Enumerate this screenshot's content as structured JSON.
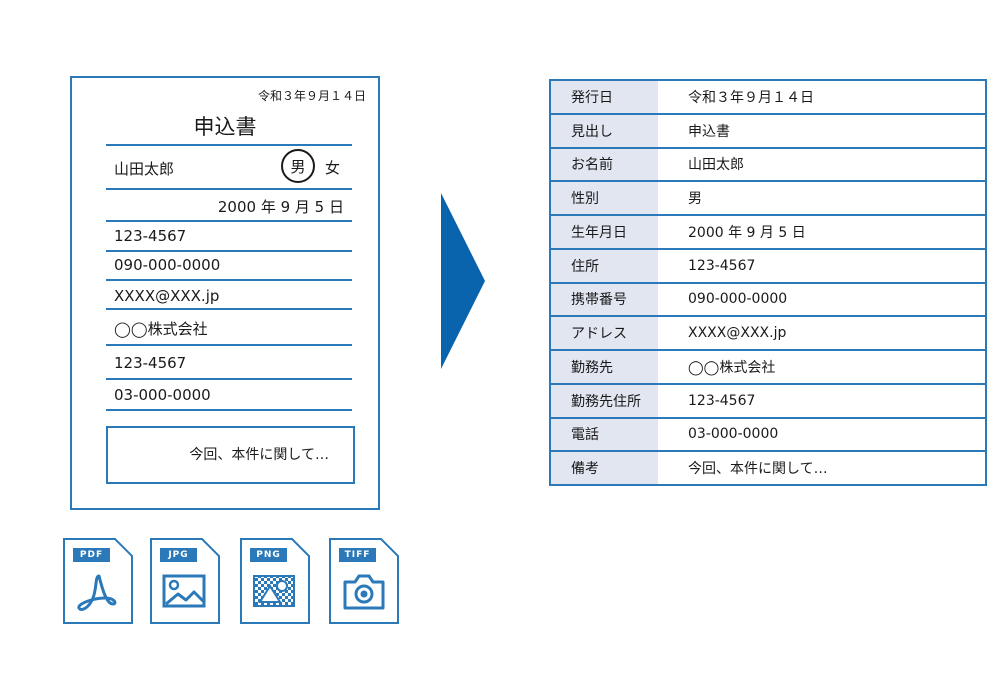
{
  "form": {
    "date": "令和３年９月１４日",
    "title": "申込書",
    "name": "山田太郎",
    "gender_male": "男",
    "gender_female": "女",
    "birthday": "2000 年 9 月 5 日",
    "address": "123-4567",
    "mobile": "090-000-0000",
    "email": "XXXX@XXX.jp",
    "company": "◯◯株式会社",
    "company_address": "123-4567",
    "phone": "03-000-0000",
    "remarks": "今回、本件に関して…"
  },
  "table": {
    "rows": [
      {
        "label": "発行日",
        "value": "令和３年９月１４日"
      },
      {
        "label": "見出し",
        "value": "申込書"
      },
      {
        "label": "お名前",
        "value": "山田太郎"
      },
      {
        "label": "性別",
        "value": "男"
      },
      {
        "label": "生年月日",
        "value": "2000 年 9 月 5 日"
      },
      {
        "label": "住所",
        "value": "123-4567"
      },
      {
        "label": "携帯番号",
        "value": "090-000-0000"
      },
      {
        "label": "アドレス",
        "value": "XXXX@XXX.jp"
      },
      {
        "label": "勤務先",
        "value": "◯◯株式会社"
      },
      {
        "label": "勤務先住所",
        "value": "123-4567"
      },
      {
        "label": "電話",
        "value": "03-000-0000"
      },
      {
        "label": "備考",
        "value": "今回、本件に関して…"
      }
    ]
  },
  "file_types": [
    {
      "tag": "PDF",
      "icon": "pdf-icon"
    },
    {
      "tag": "JPG",
      "icon": "image-icon"
    },
    {
      "tag": "PNG",
      "icon": "image-pattern-icon"
    },
    {
      "tag": "TIFF",
      "icon": "camera-icon"
    }
  ],
  "colors": {
    "accent": "#2b79b8",
    "arrow": "#0a64ad",
    "label_bg": "#e1e6f1"
  }
}
